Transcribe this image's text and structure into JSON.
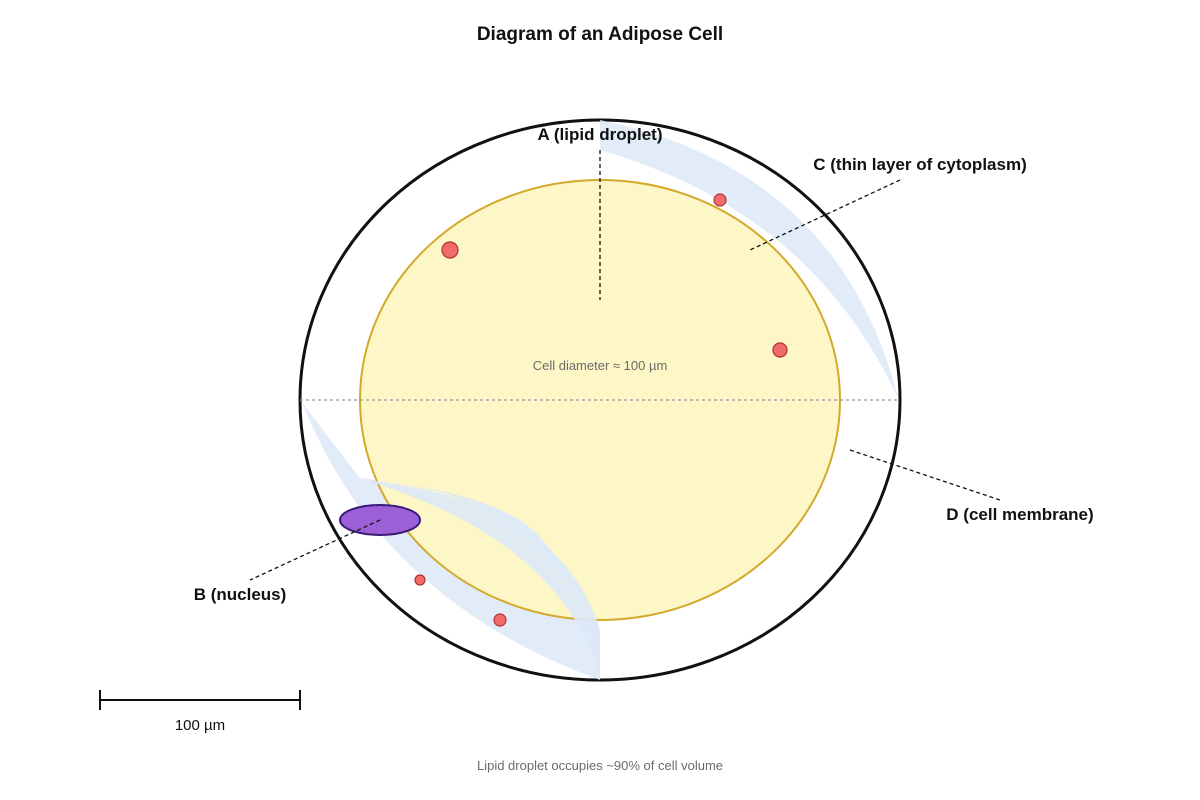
{
  "title": "Diagram of an Adipose Cell",
  "labels": {
    "lipid_droplet": "A (lipid droplet)",
    "nucleus": "B (nucleus)",
    "cytoplasm": "C (thin layer of cytoplasm)",
    "membrane": "D (cell membrane)"
  },
  "diameter_note": "Cell diameter ≈ 100 µm",
  "scale_bar": {
    "label": "100 µm"
  },
  "caption": "Lipid droplet occupies ~90% of cell volume",
  "colors": {
    "membrane": "#111111",
    "lipid_fill": "#fdf6c6",
    "lipid_stroke": "#d4a829",
    "cytoplasm": "#dde9f7",
    "nucleus_fill": "#9b5fd6",
    "nucleus_stroke": "#3a1a7a",
    "organelle_fill": "#f26b6b",
    "organelle_stroke": "#b03030"
  }
}
